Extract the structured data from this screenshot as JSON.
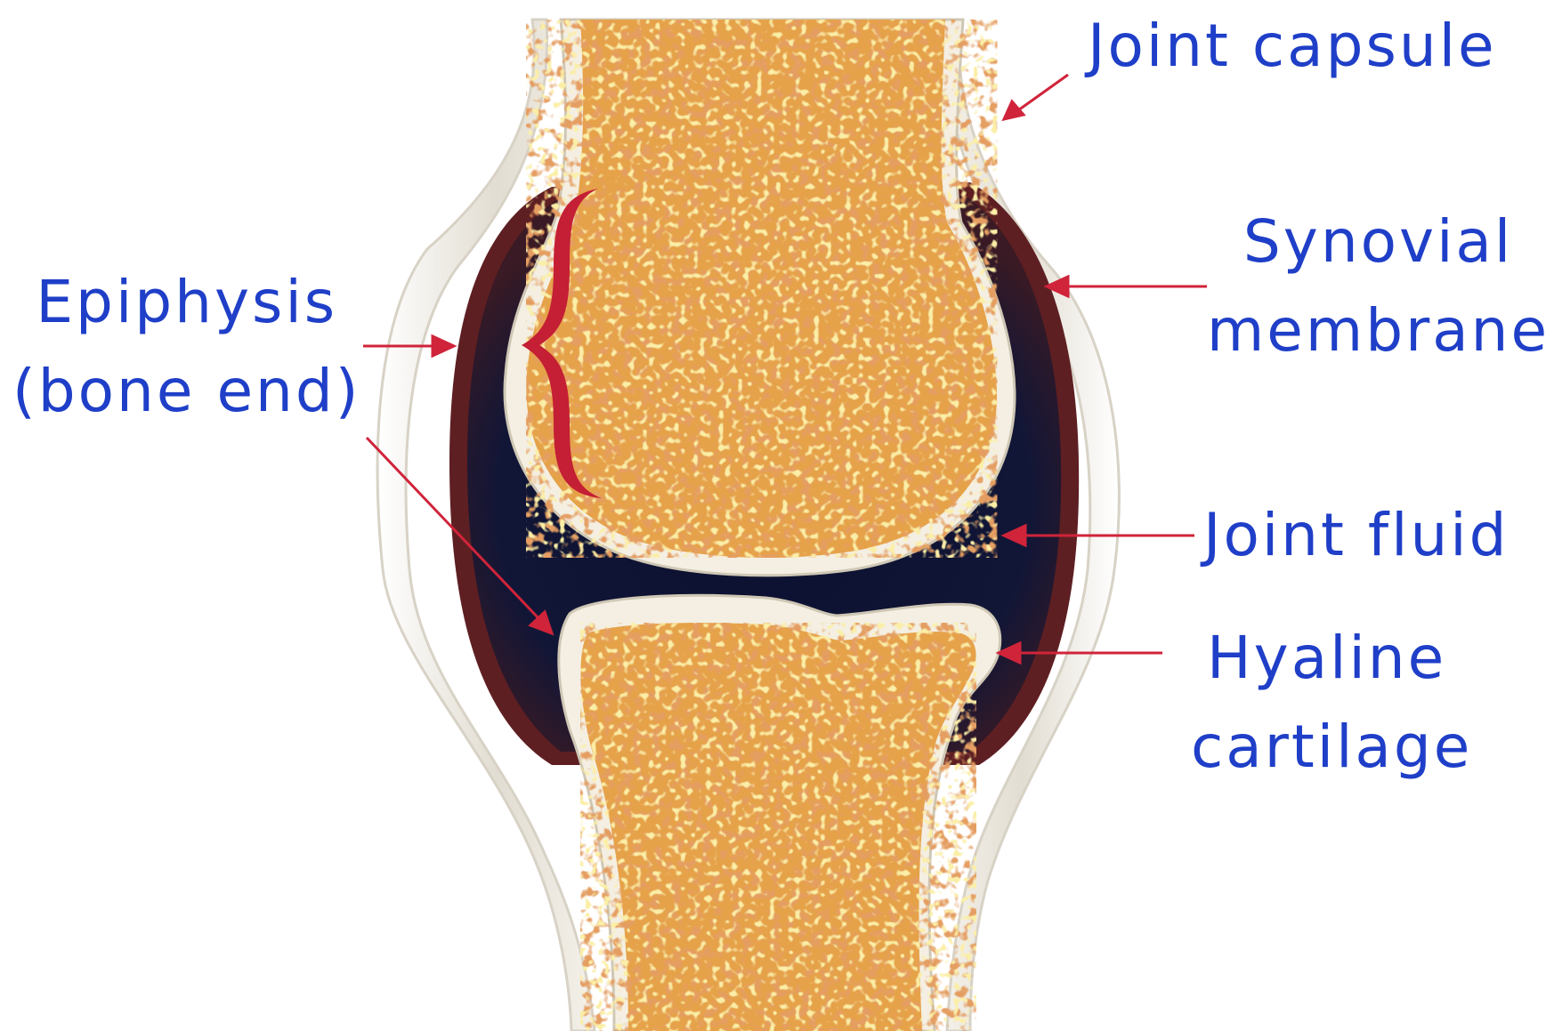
{
  "colors": {
    "label_text": "#1f3fc8",
    "arrow": "#d0243a",
    "brace": "#c41f35",
    "bone_base": "#e8a64a",
    "bone_speckle_dark": "#c2561f",
    "bone_speckle_light": "#f6dc6a",
    "cartilage": "#f5f1e4",
    "joint_fluid": "#0e1330",
    "synovial_membrane": "#5e1f22",
    "capsule": "#ece8e0"
  },
  "icons": [
    "arrow-icon",
    "curly-brace-icon"
  ],
  "labels": {
    "joint_capsule": "Joint capsule",
    "synovial_line1": "Synovial",
    "synovial_line2": "membrane",
    "epiphysis_line1": "Epiphysis",
    "epiphysis_line2": "(bone end)",
    "joint_fluid": "Joint fluid",
    "hyaline_line1": "Hyaline",
    "hyaline_line2": "cartilage"
  }
}
